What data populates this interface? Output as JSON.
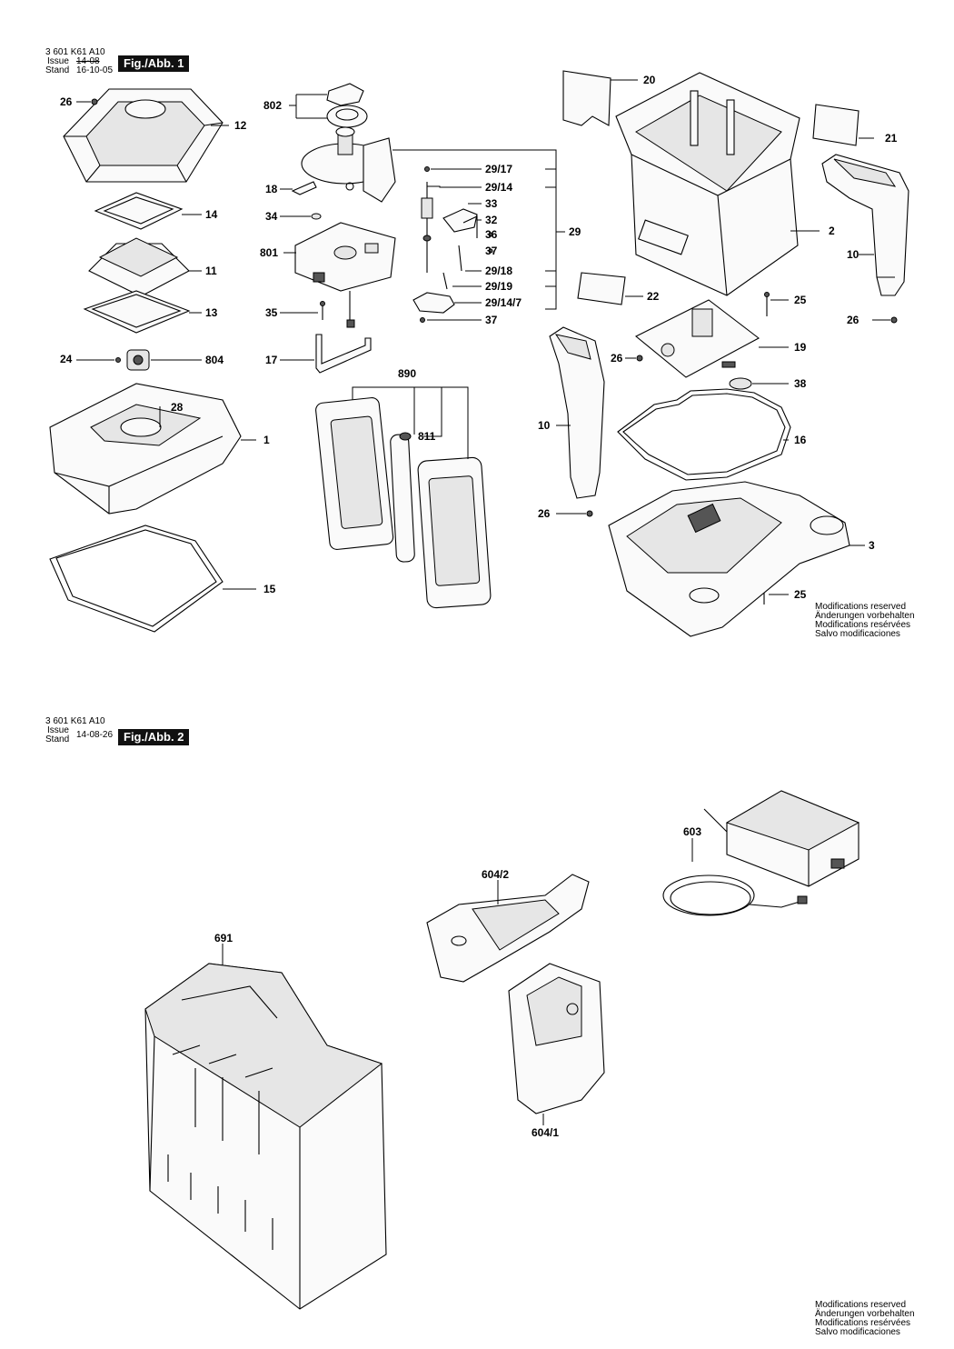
{
  "figure1": {
    "code": "3 601 K61 A10",
    "issue_label": "Issue",
    "issue_value": "14-08",
    "stand_label": "Stand",
    "stand_value": "16-10-05",
    "fig_title": "Fig./Abb. 1",
    "labels": [
      "26",
      "12",
      "14",
      "11",
      "13",
      "24",
      "804",
      "28",
      "1",
      "15",
      "802",
      "18",
      "34",
      "801",
      "35",
      "17",
      "29/17",
      "29/14",
      "33",
      "32",
      "36",
      "37",
      "29",
      "29/18",
      "29/19",
      "29/14/7",
      "37",
      "890",
      "811",
      "20",
      "21",
      "2",
      "10",
      "22",
      "25",
      "26",
      "19",
      "26",
      "38",
      "16",
      "10",
      "26",
      "3",
      "25"
    ],
    "notes": [
      "Modifications reserved",
      "Änderungen vorbehalten",
      "Modifications resérvées",
      "Salvo modificaciones"
    ]
  },
  "figure2": {
    "code": "3 601 K61 A10",
    "issue_label": "Issue",
    "stand_label": "Stand",
    "stand_value": "14-08-26",
    "fig_title": "Fig./Abb. 2",
    "labels": [
      "603",
      "604/2",
      "691",
      "604/1"
    ],
    "notes": [
      "Modifications reserved",
      "Änderungen vorbehalten",
      "Modifications resérvées",
      "Salvo modificaciones"
    ]
  }
}
